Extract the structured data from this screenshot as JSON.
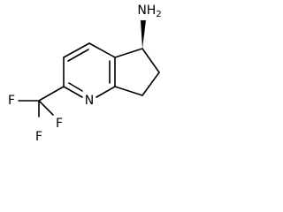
{
  "atoms": {
    "amine": "NH2",
    "ring_nitrogen": "N",
    "fluorine_1": "F",
    "fluorine_2": "F",
    "fluorine_3": "F"
  },
  "stereo": {
    "amine_bond": "wedge"
  }
}
